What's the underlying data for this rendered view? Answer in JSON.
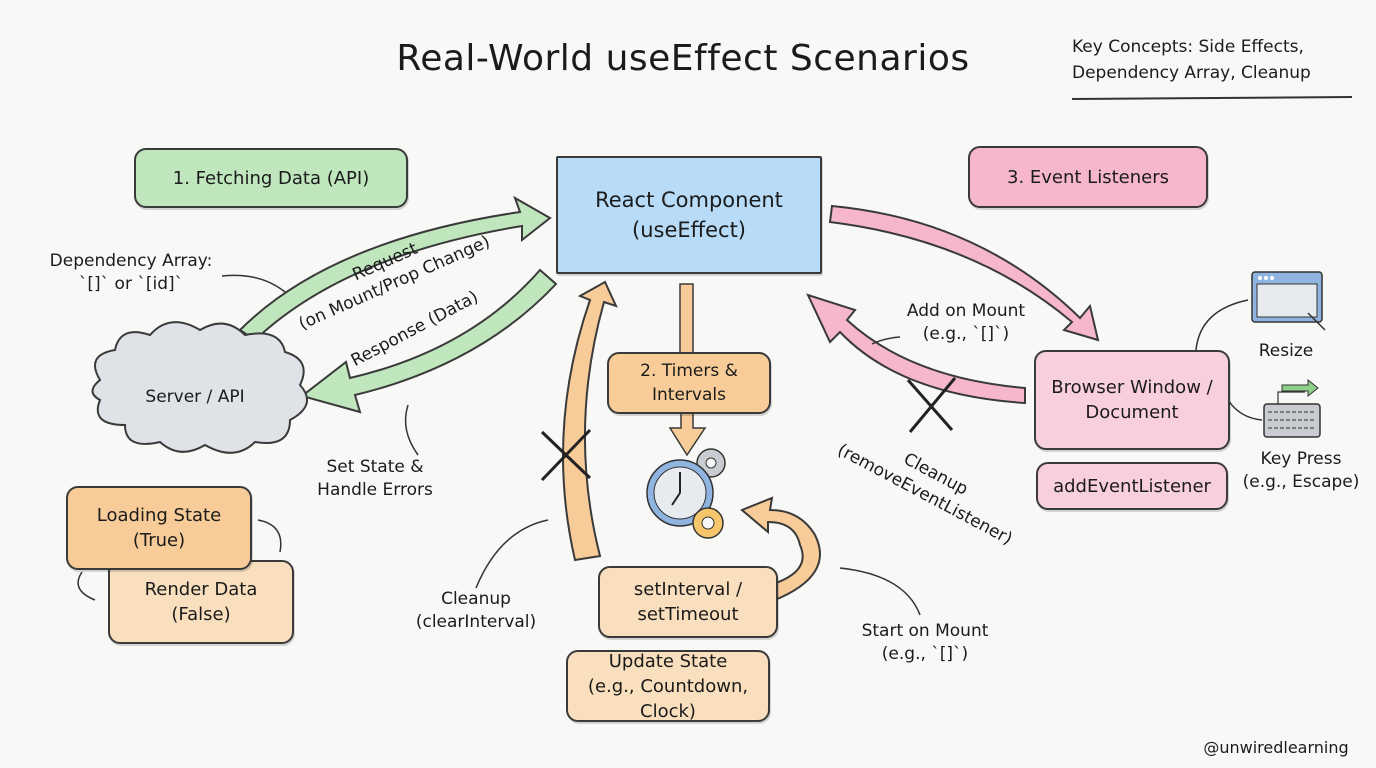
{
  "title": "Real-World useEffect Scenarios",
  "key_concepts": {
    "line1": "Key Concepts: Side Effects,",
    "line2": "Dependency Array, Cleanup"
  },
  "center": {
    "line1": "React Component",
    "line2": "(useEffect)"
  },
  "section_fetch": {
    "header": "1. Fetching Data (API)",
    "dependency_label_1": "Dependency Array:",
    "dependency_label_2": "`[]` or `[id]`",
    "request_label_1": "Request",
    "request_label_2": "(on Mount/Prop Change)",
    "response_label": "Response (Data)",
    "server": "Server / API",
    "set_state_1": "Set State &",
    "set_state_2": "Handle Errors",
    "loading_1": "Loading State",
    "loading_2": "(True)",
    "render_1": "Render Data",
    "render_2": "(False)"
  },
  "section_timers": {
    "header_1": "2. Timers &",
    "header_2": "Intervals",
    "set_interval_1": "setInterval /",
    "set_interval_2": "setTimeout",
    "update_1": "Update State",
    "update_2": "(e.g., Countdown, Clock)",
    "cleanup_1": "Cleanup",
    "cleanup_2": "(clearInterval)",
    "start_1": "Start on Mount",
    "start_2": "(e.g., `[]`)",
    "icon": "clock-gears-icon"
  },
  "section_events": {
    "header": "3. Event Listeners",
    "add_mount_1": "Add on Mount",
    "add_mount_2": "(e.g., `[]`)",
    "browser_1": "Browser Window /",
    "browser_2": "Document",
    "add_listener": "addEventListener",
    "cleanup_1": "Cleanup",
    "cleanup_2": "(removeEventListener)",
    "resize": "Resize",
    "key_press_1": "Key Press",
    "key_press_2": "(e.g., Escape)"
  },
  "watermark": "@unwiredlearning",
  "colors": {
    "green": "#bfe6bd",
    "blue": "#b8dcf7",
    "pink": "#f6b7cc",
    "orange": "#f8cc98",
    "outline": "#3a3a3a"
  }
}
